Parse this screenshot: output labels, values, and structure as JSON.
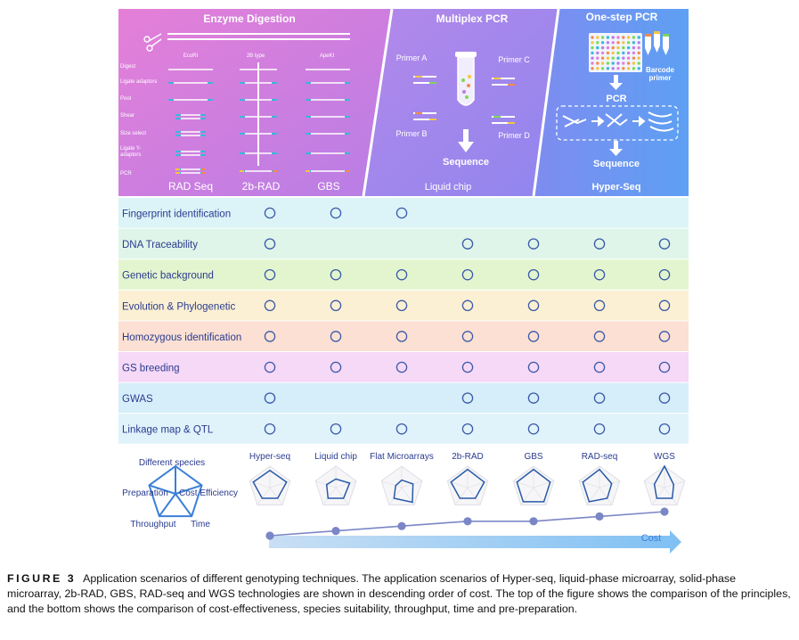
{
  "header": {
    "panels": [
      {
        "title": "Enzyme Digestion",
        "labels": [
          "RAD Seq",
          "2b-RAD",
          "GBS"
        ]
      },
      {
        "title": "Multiplex PCR",
        "labels": [
          "Liquid chip"
        ]
      },
      {
        "title": "One-step PCR",
        "labels": [
          "Hyper-Seq"
        ]
      }
    ],
    "enzyme": {
      "enzymes": [
        "EcoRI",
        "2B type",
        "ApeKI"
      ],
      "steps": [
        "Digest",
        "Ligate adaptors",
        "Pool",
        "Shear",
        "Size select",
        "Ligate Y-\nadaptors",
        "PCR"
      ]
    },
    "multiplex": {
      "primers": [
        "Primer A",
        "Primer B",
        "Primer C",
        "Primer D"
      ],
      "sequence_label": "Sequence"
    },
    "onestep": {
      "barcode_label": "Barcode\nprimer",
      "pcr_label": "PCR",
      "sequence_label": "Sequence"
    }
  },
  "table": {
    "rows": [
      {
        "label": "Fingerprint identification",
        "color": "#dcf4f8",
        "marks": [
          1,
          1,
          1,
          0,
          0,
          0,
          0
        ]
      },
      {
        "label": "DNA Traceability",
        "color": "#dff5e9",
        "marks": [
          1,
          0,
          0,
          1,
          1,
          1,
          1
        ]
      },
      {
        "label": "Genetic background",
        "color": "#e3f5cf",
        "marks": [
          1,
          1,
          1,
          1,
          1,
          1,
          1
        ]
      },
      {
        "label": "Evolution & Phylogenetic",
        "color": "#fbf0d3",
        "marks": [
          1,
          1,
          1,
          1,
          1,
          1,
          1
        ]
      },
      {
        "label": "Homozygous identification",
        "color": "#fbe0d3",
        "marks": [
          1,
          1,
          1,
          1,
          1,
          1,
          1
        ]
      },
      {
        "label": "GS breeding",
        "color": "#f6d8f7",
        "marks": [
          1,
          1,
          1,
          1,
          1,
          1,
          1
        ]
      },
      {
        "label": "GWAS",
        "color": "#d6eef9",
        "marks": [
          1,
          0,
          0,
          1,
          1,
          1,
          1
        ]
      },
      {
        "label": "Linkage map & QTL",
        "color": "#e0f3fb",
        "marks": [
          1,
          1,
          1,
          1,
          1,
          1,
          1
        ]
      }
    ],
    "circle_color": "#3b5aa8"
  },
  "radar": {
    "axes": [
      "Different species",
      "Cost Efficiency",
      "Time",
      "Throughput",
      "Preparation"
    ],
    "methods": [
      {
        "name": "Hyper-seq",
        "scores": [
          0.8,
          0.82,
          0.62,
          0.62,
          0.82
        ]
      },
      {
        "name": "Liquid chip",
        "scores": [
          0.4,
          0.68,
          0.62,
          0.62,
          0.45
        ]
      },
      {
        "name": "Flat Microarrays",
        "scores": [
          0.35,
          0.55,
          0.85,
          0.62,
          0.3
        ]
      },
      {
        "name": "2b-RAD",
        "scores": [
          0.85,
          0.82,
          0.62,
          0.62,
          0.82
        ]
      },
      {
        "name": "GBS",
        "scores": [
          0.85,
          0.82,
          0.82,
          0.82,
          0.82
        ]
      },
      {
        "name": "RAD-seq",
        "scores": [
          0.85,
          0.6,
          0.62,
          0.82,
          0.82
        ]
      },
      {
        "name": "WGS",
        "scores": [
          1.0,
          0.45,
          0.62,
          0.62,
          0.5
        ]
      }
    ]
  },
  "cost": {
    "label": "Cost",
    "values": [
      1,
      2,
      3,
      4,
      4,
      5,
      6
    ]
  },
  "caption": {
    "figure_label": "FIGURE 3",
    "text": "Application scenarios of different genotyping techniques. The application scenarios of Hyper-seq, liquid-phase microarray, solid-phase microarray, 2b-RAD, GBS, RAD-seq and WGS technologies are shown in descending order of cost. The top of the figure shows the comparison of the principles, and the bottom shows the comparison of cost-effectiveness, species suitability, throughput, time and pre-preparation."
  }
}
